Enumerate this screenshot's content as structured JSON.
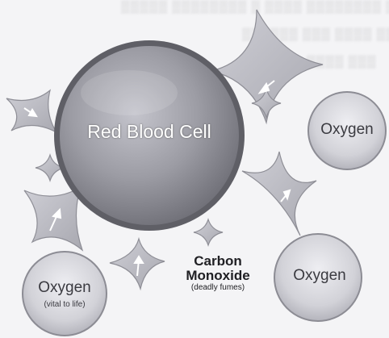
{
  "diagram": {
    "red_blood_cell_label": "Red Blood Cell",
    "oxygen_label": "Oxygen",
    "oxygen_sublabel": "(vital to life)",
    "carbon_monoxide_line1": "Carbon",
    "carbon_monoxide_line2": "Monoxide",
    "carbon_monoxide_sublabel": "(deadly fumes)"
  },
  "colors": {
    "background": "#f4f4f6",
    "cell_fill": "#9c9ca4",
    "cell_rim": "#55555c",
    "star_fill": "#b9b9c0",
    "oxygen_fill": "#d2d2d8"
  }
}
